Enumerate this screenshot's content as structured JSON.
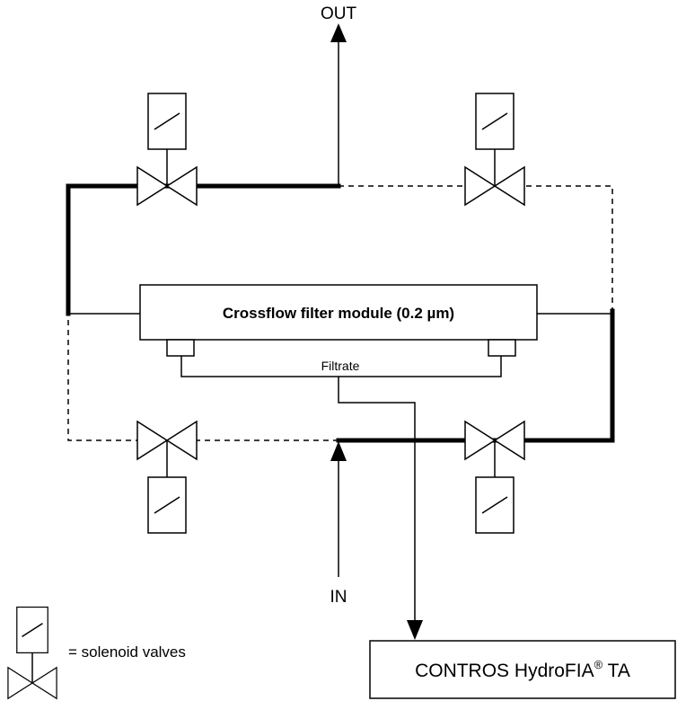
{
  "labels": {
    "out": "OUT",
    "in": "IN",
    "filter_module": "Crossflow filter module (0.2 µm)",
    "filtrate": "Filtrate",
    "analyzer_prefix": "CONTROS HydroFIA",
    "analyzer_registered": "®",
    "analyzer_suffix": " TA",
    "legend": "= solenoid valves"
  },
  "icons": {
    "valve": "solenoid-valve-icon",
    "arrow": "flow-arrow-icon"
  },
  "colors": {
    "line": "#000000",
    "background": "#ffffff"
  }
}
